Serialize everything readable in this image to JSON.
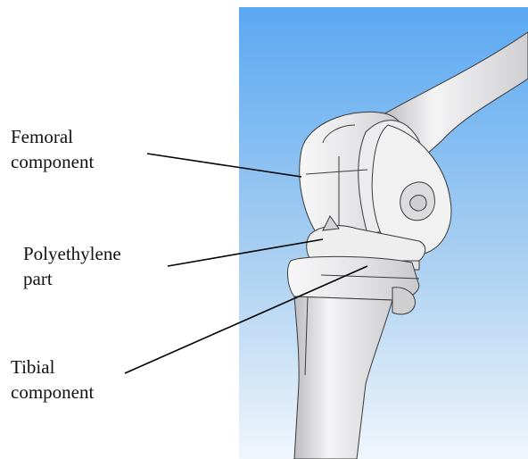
{
  "figure": {
    "labels": {
      "femoral": [
        "Femoral",
        "component"
      ],
      "polyethylene": [
        "Polyethylene",
        "part"
      ],
      "tibial": [
        "Tibial",
        "component"
      ]
    }
  },
  "colors": {
    "sky_top": "#5aa8f2",
    "sky_bottom": "#f0f6fc",
    "implant": "#e4e4e6",
    "edge": "#3a3a3a"
  }
}
